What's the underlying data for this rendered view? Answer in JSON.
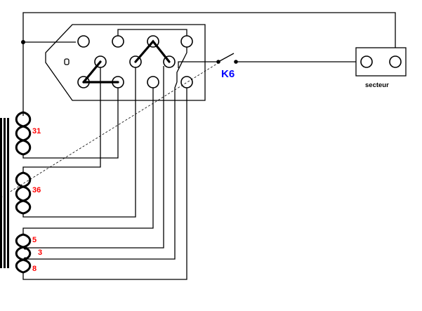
{
  "diagram": {
    "switch_label": "K6",
    "mains_label": "secteur",
    "windings": [
      {
        "label": "31"
      },
      {
        "label": "36"
      },
      {
        "label": "5"
      },
      {
        "label": "3"
      },
      {
        "label": "8"
      }
    ],
    "colors": {
      "winding_labels": "#ff0000",
      "switch_label": "#0000ff",
      "lines": "#000000",
      "background": "#ffffff"
    }
  }
}
